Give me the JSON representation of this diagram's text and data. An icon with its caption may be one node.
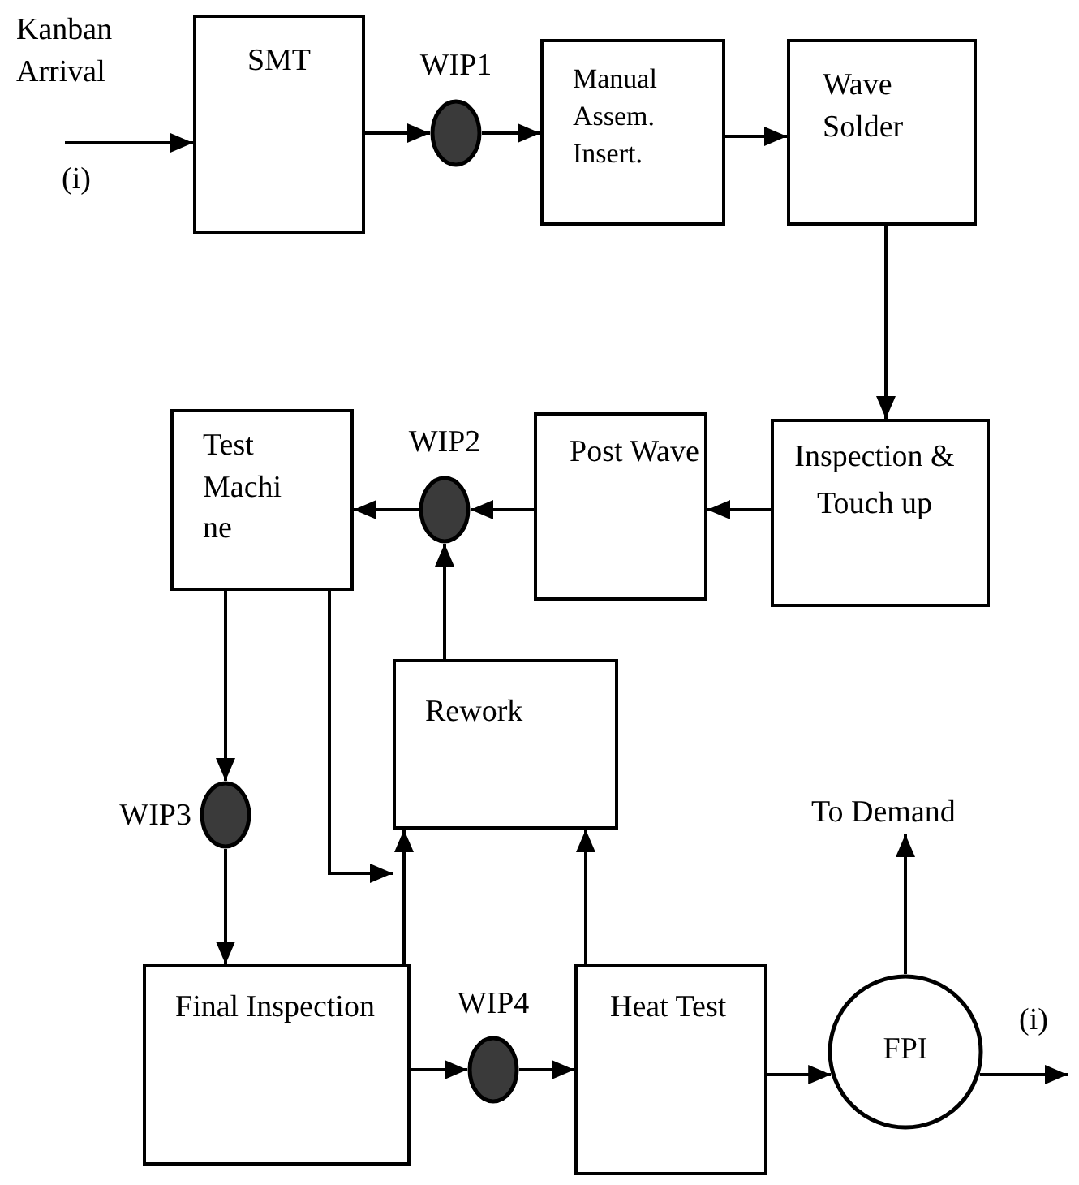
{
  "diagram": {
    "nodes": [
      {
        "text": [
          "SMT"
        ]
      },
      {
        "text": [
          "WIP1"
        ]
      },
      {
        "text": [
          "Manual Assem. Insert."
        ]
      },
      {
        "text": [
          "Wave Solder"
        ]
      },
      {
        "text": [
          "Test Machi ne"
        ]
      },
      {
        "text": [
          "WIP2"
        ]
      },
      {
        "text": [
          "Post Wave"
        ]
      },
      {
        "text": [
          "Inspection & Touch up"
        ]
      },
      {
        "text": [
          "Rework"
        ]
      },
      {
        "text": [
          "WIP3"
        ]
      },
      {
        "text": [
          "Final Inspection"
        ]
      },
      {
        "text": [
          "WIP4"
        ]
      },
      {
        "text": [
          "Heat Test"
        ]
      },
      {
        "text": [
          "FPI"
        ]
      },
      {
        "text": [
          "To Demand"
        ]
      }
    ],
    "edges": [
      {
        "from": null,
        "to": 0,
        "arrow": "to"
      },
      {
        "from": 0,
        "to": 1,
        "arrow": "to"
      },
      {
        "from": 1,
        "to": 2,
        "arrow": "to"
      },
      {
        "from": 2,
        "to": 3,
        "arrow": "to"
      },
      {
        "from": 3,
        "to": 7,
        "arrow": "to"
      },
      {
        "from": 7,
        "to": 6,
        "arrow": "to"
      },
      {
        "from": 6,
        "to": 5,
        "arrow": "to"
      },
      {
        "from": 5,
        "to": 4,
        "arrow": "to"
      },
      {
        "from": 8,
        "to": 5,
        "arrow": "to"
      },
      {
        "from": 4,
        "to": 9,
        "arrow": "to"
      },
      {
        "from": 4,
        "to": 8,
        "arrow": "to"
      },
      {
        "from": 9,
        "to": 10,
        "arrow": "to"
      },
      {
        "from": 10,
        "to": 8,
        "arrow": "to"
      },
      {
        "from": 12,
        "to": 8,
        "arrow": "to"
      },
      {
        "from": 10,
        "to": 11,
        "arrow": "to"
      },
      {
        "from": 11,
        "to": 12,
        "arrow": "to"
      },
      {
        "from": 12,
        "to": 13,
        "arrow": "to"
      },
      {
        "from": 13,
        "to": 14,
        "arrow": "to"
      },
      {
        "from": 13,
        "to": null,
        "arrow": "to"
      }
    ],
    "labels": [
      "Kanban Arrival",
      "(i)",
      "(i)"
    ]
  }
}
